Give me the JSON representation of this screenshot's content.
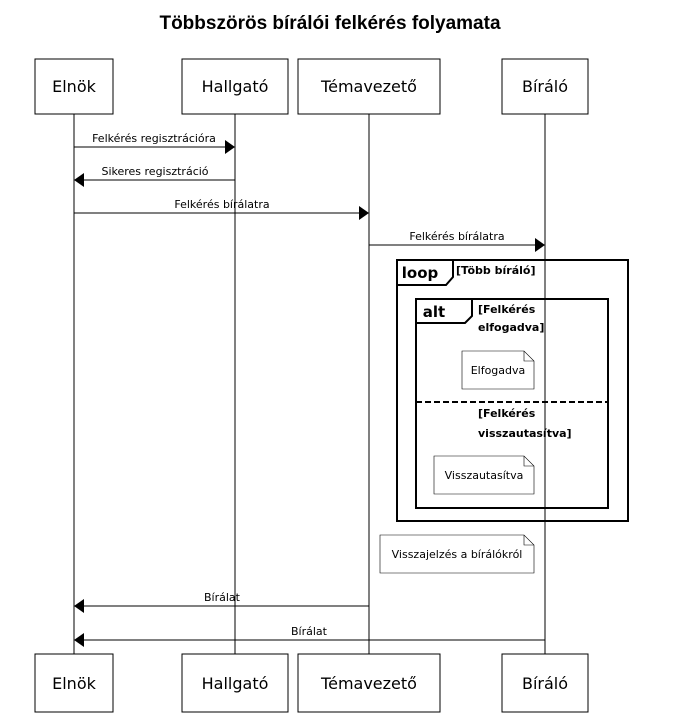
{
  "title": "Többszörös bírálói felkérés folyamata",
  "actors": [
    {
      "id": "elnok",
      "label": "Elnök"
    },
    {
      "id": "hallgato",
      "label": "Hallgató"
    },
    {
      "id": "temavezeto",
      "label": "Témavezető"
    },
    {
      "id": "biralo",
      "label": "Bíráló"
    }
  ],
  "messages": [
    {
      "from": "elnok",
      "to": "hallgato",
      "label": "Felkérés regisztrációra"
    },
    {
      "from": "hallgato",
      "to": "elnok",
      "label": "Sikeres regisztráció"
    },
    {
      "from": "elnok",
      "to": "temavezeto",
      "label": "Felkérés bírálatra"
    },
    {
      "from": "temavezeto",
      "to": "biralo",
      "label": "Felkérés bírálatra"
    },
    {
      "from": "temavezeto",
      "to": "elnok",
      "label": "Bírálat"
    },
    {
      "from": "biralo",
      "to": "elnok",
      "label": "Bírálat"
    }
  ],
  "loop": {
    "operator": "loop",
    "guard": "[Több bíráló]"
  },
  "alt": {
    "operator": "alt",
    "guard1_line1": "[Felkérés",
    "guard1_line2": "elfogadva]",
    "guard2_line1": "[Felkérés",
    "guard2_line2": "visszautasítva]"
  },
  "notes": {
    "accepted": "Elfogadva",
    "rejected": "Visszautasítva",
    "feedback": "Visszajelzés a bírálókról"
  }
}
